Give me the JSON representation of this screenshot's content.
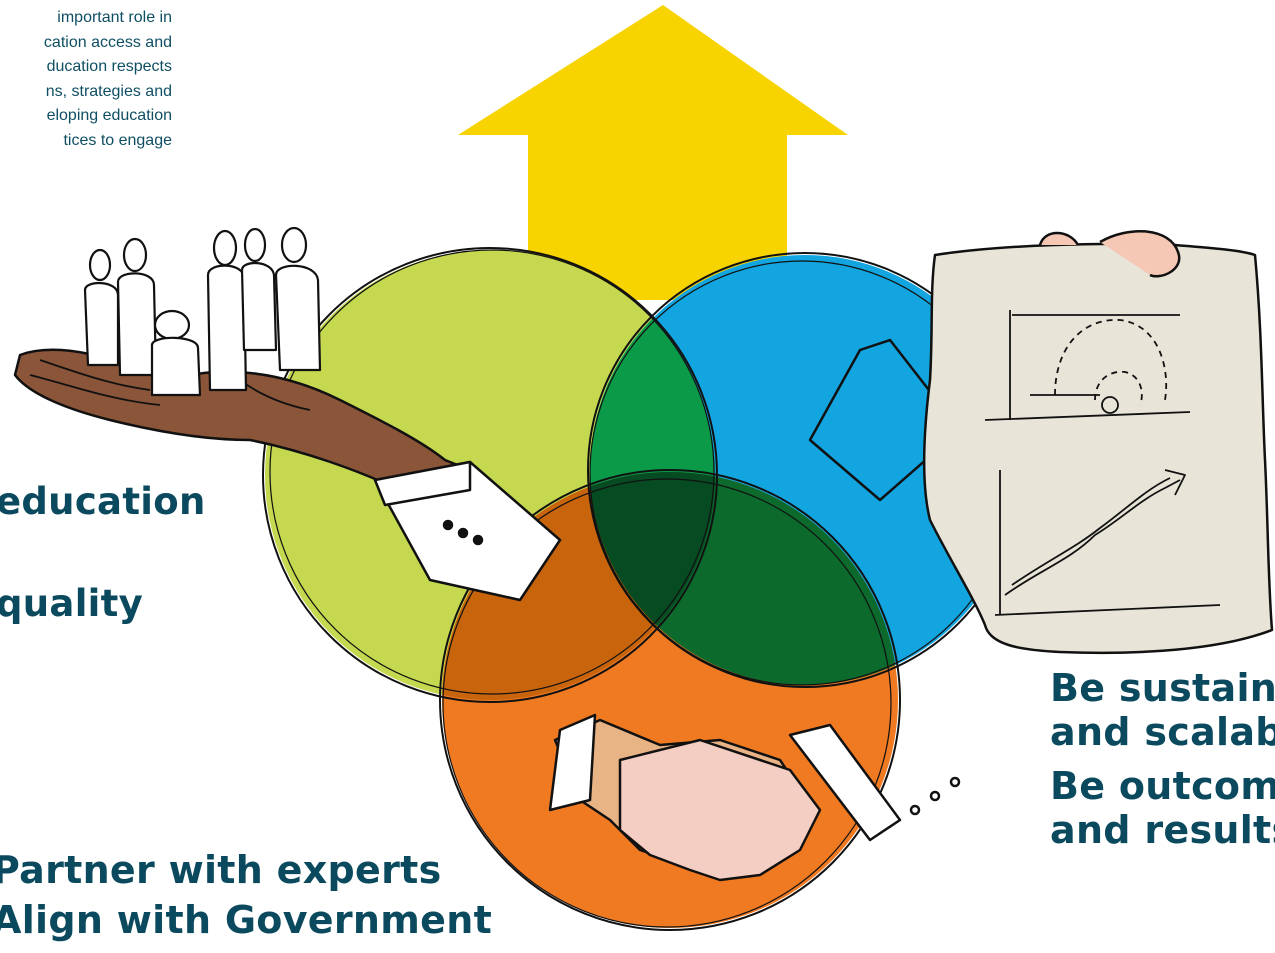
{
  "intro_text_lines": [
    "important role in",
    "cation access and",
    "ducation respects",
    "ns, strategies and",
    "eloping education",
    "tices to engage"
  ],
  "left_labels": [
    "education",
    "quality"
  ],
  "right_labels": [
    "Be sustain",
    "and scalab",
    "Be outcom",
    "and results"
  ],
  "bottom_labels": [
    "Partner with experts",
    "Align with Government"
  ],
  "circles": [
    {
      "name": "green",
      "color": "#c5d84f"
    },
    {
      "name": "blue",
      "color": "#12a5e0"
    },
    {
      "name": "orange",
      "color": "#f07a22"
    }
  ],
  "overlap_colors": {
    "green-blue": "#0b9a48",
    "green-orange": "#c8640c",
    "blue-orange": "#0b6a2c",
    "center": "#064b22"
  },
  "arrow_color": "#f7d300",
  "text_color": "#0b4a5e"
}
